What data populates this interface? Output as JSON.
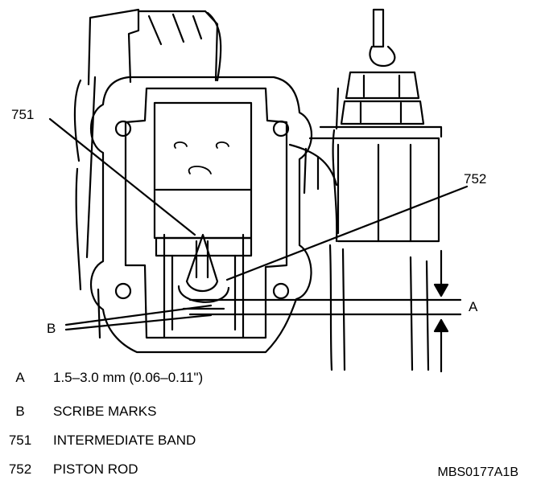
{
  "callouts": {
    "label_751": "751",
    "label_752": "752",
    "label_a": "A",
    "label_b": "B"
  },
  "legend": [
    {
      "key": "A",
      "text": "1.5–3.0 mm (0.06–0.11\")"
    },
    {
      "key": "B",
      "text": "SCRIBE MARKS"
    },
    {
      "key": "751",
      "text": "INTERMEDIATE BAND"
    },
    {
      "key": "752",
      "text": "PISTON ROD"
    }
  ],
  "figure_id": "MBS0177A1B"
}
